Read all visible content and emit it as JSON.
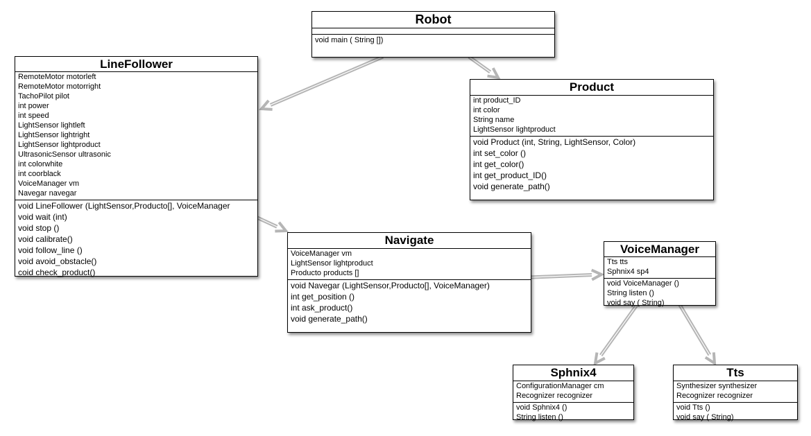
{
  "colors": {
    "arrow": "#b5b5b5",
    "border": "#000000"
  },
  "classes": {
    "robot": {
      "name": "Robot",
      "attributes": [],
      "methods": [
        "void main ( String [])"
      ]
    },
    "linefollower": {
      "name": "LineFollower",
      "attributes": [
        "RemoteMotor motorleft",
        "RemoteMotor motorright",
        "TachoPilot pilot",
        "int power",
        "int speed",
        "LightSensor lightleft",
        "LightSensor lightright",
        "LightSensor lightproduct",
        "UltrasonicSensor ultrasonic",
        "int colorwhite",
        "int coorblack",
        "VoiceManager vm",
        "Navegar navegar"
      ],
      "methods": [
        "void LineFollower (LightSensor,Producto[], VoiceManager",
        "void wait (int)",
        "void stop ()",
        "void calibrate()",
        "void follow_line ()",
        "void avoid_obstacle()",
        "coid check_product()"
      ]
    },
    "product": {
      "name": "Product",
      "attributes": [
        "int product_ID",
        "int color",
        "String name",
        "LightSensor lightproduct"
      ],
      "methods": [
        "void Product (int, String, LightSensor, Color)",
        "int set_color ()",
        "int get_color()",
        "int get_product_ID()",
        "void generate_path()"
      ]
    },
    "navigate": {
      "name": "Navigate",
      "attributes": [
        "VoiceManager vm",
        "LightSensor lightproduct",
        "Producto products []"
      ],
      "methods": [
        "void Navegar (LightSensor,Producto[], VoiceManager)",
        "int get_position ()",
        "int ask_product()",
        "void generate_path()"
      ]
    },
    "voicemanager": {
      "name": "VoiceManager",
      "attributes": [
        "Tts tts",
        "Sphnix4 sp4"
      ],
      "methods": [
        "void VoiceManager ()",
        "String listen ()",
        "void say ( String)"
      ]
    },
    "sphnix4": {
      "name": "Sphnix4",
      "attributes": [
        "ConfigurationManager cm",
        "Recognizer recognizer"
      ],
      "methods": [
        "void Sphnix4 ()",
        "String listen ()"
      ]
    },
    "tts": {
      "name": "Tts",
      "attributes": [
        "Synthesizer synthesizer",
        "Recognizer recognizer"
      ],
      "methods": [
        "void Tts ()",
        "void say ( String)"
      ]
    }
  },
  "associations": [
    {
      "from": "robot",
      "to": "linefollower"
    },
    {
      "from": "robot",
      "to": "product"
    },
    {
      "from": "linefollower",
      "to": "navigate"
    },
    {
      "from": "navigate",
      "to": "voicemanager"
    },
    {
      "from": "voicemanager",
      "to": "sphnix4"
    },
    {
      "from": "voicemanager",
      "to": "tts"
    }
  ]
}
